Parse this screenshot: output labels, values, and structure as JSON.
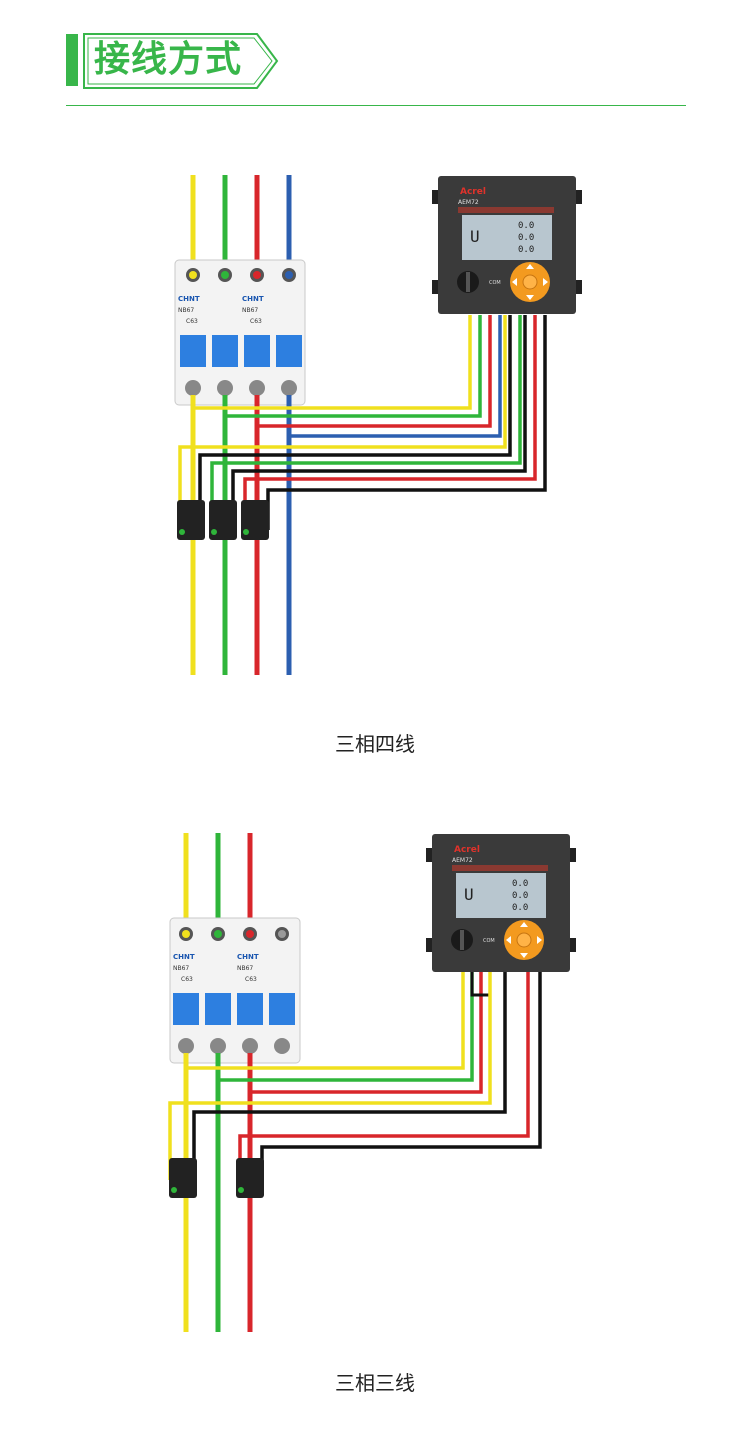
{
  "header": {
    "title": "接线方式"
  },
  "diagrams": [
    {
      "caption": "三相四线",
      "breaker": {
        "brand": "CHNT",
        "model": "NB67",
        "rating": "C63"
      },
      "meter": {
        "brand": "Acrel",
        "model": "AEM72",
        "lcd_value": "0.0",
        "lcd_symbol": "U",
        "key_label": "COM"
      }
    },
    {
      "caption": "三相三线",
      "breaker": {
        "brand": "CHNT",
        "model": "NB67",
        "rating": "C63"
      },
      "meter": {
        "brand": "Acrel",
        "model": "AEM72",
        "lcd_value": "0.0",
        "lcd_symbol": "U",
        "key_label": "COM"
      }
    }
  ],
  "colors": {
    "accent": "#38b64a",
    "phase_a": "#f0e01e",
    "phase_b": "#2fb53a",
    "phase_c": "#d8262b",
    "neutral": "#2c5fb0",
    "signal": "#111111",
    "breaker_handle": "#2d7fe0",
    "meter_key": "#f39a1f"
  }
}
